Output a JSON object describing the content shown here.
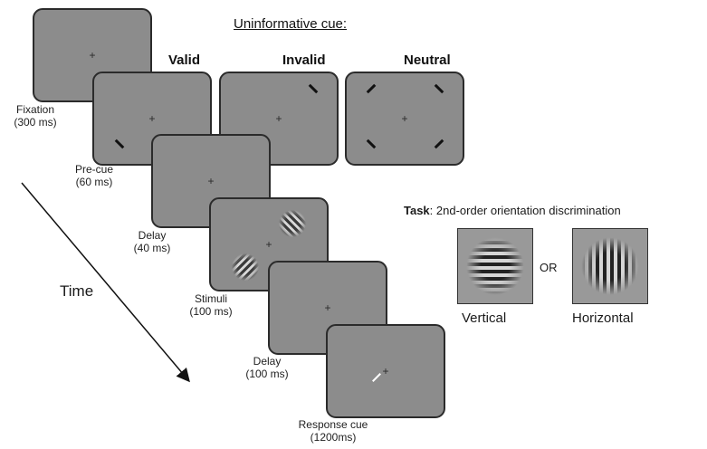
{
  "header": {
    "uninformative_cue": "Uninformative cue:"
  },
  "conditions": {
    "valid": "Valid",
    "invalid": "Invalid",
    "neutral": "Neutral"
  },
  "fixation_symbol": "+",
  "frames": {
    "fixation": {
      "name": "Fixation",
      "duration": "(300 ms)"
    },
    "precue": {
      "name": "Pre-cue",
      "duration": "(60 ms)"
    },
    "delay1": {
      "name": "Delay",
      "duration": "(40 ms)"
    },
    "stimuli": {
      "name": "Stimuli",
      "duration": "(100 ms)"
    },
    "delay2": {
      "name": "Delay",
      "duration": "(100 ms)"
    },
    "response": {
      "name": "Response cue",
      "duration": "(1200ms)"
    }
  },
  "time_label": "Time",
  "task": {
    "prefix": "Task",
    "description": ": 2nd-order orientation discrimination",
    "or": "OR",
    "vertical": "Vertical",
    "horizontal": "Horizontal"
  },
  "colors": {
    "screen": "#8c8c8c",
    "border": "#2b2b2b",
    "response_cue": "#ffffff"
  }
}
